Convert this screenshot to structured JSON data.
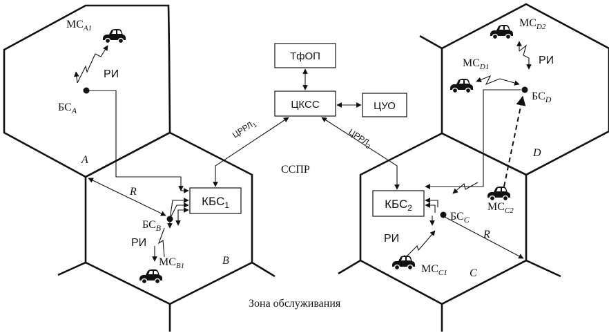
{
  "network": {
    "label": "ССПР"
  },
  "footer": {
    "label": "Зона обслуживания"
  },
  "boxes": {
    "tfop": "ТфОП",
    "ckss": "ЦКСС",
    "cuo": "ЦУО",
    "kbs1_main": "КБС",
    "kbs1_sub": "1",
    "kbs2_main": "КБС",
    "kbs2_sub": "2"
  },
  "links": {
    "crrl1_main": "ЦРРЛ",
    "crrl1_sub": "1",
    "crrl2_main": "ЦРРЛ",
    "crrl2_sub": "2",
    "radio": "РИ",
    "radius": "R"
  },
  "cells": {
    "a": "A",
    "b": "B",
    "c": "C",
    "d": "D"
  },
  "stations": {
    "bs_prefix": "БС",
    "ms_prefix": "МС",
    "bs_a": "A",
    "bs_b": "B",
    "bs_c": "C",
    "bs_d": "D",
    "ms_a1": "A1",
    "ms_b1": "B1",
    "ms_c1": "C1",
    "ms_c2": "C2",
    "ms_d1": "D1",
    "ms_d2": "D2"
  }
}
